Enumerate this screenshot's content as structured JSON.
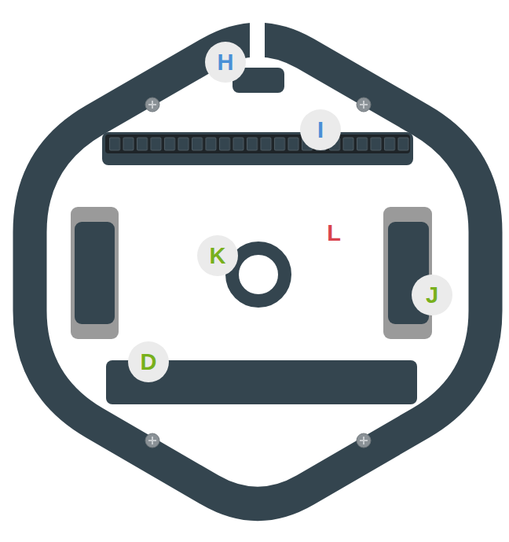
{
  "diagram": {
    "labels": [
      "H",
      "I",
      "L",
      "K",
      "J",
      "D"
    ]
  }
}
